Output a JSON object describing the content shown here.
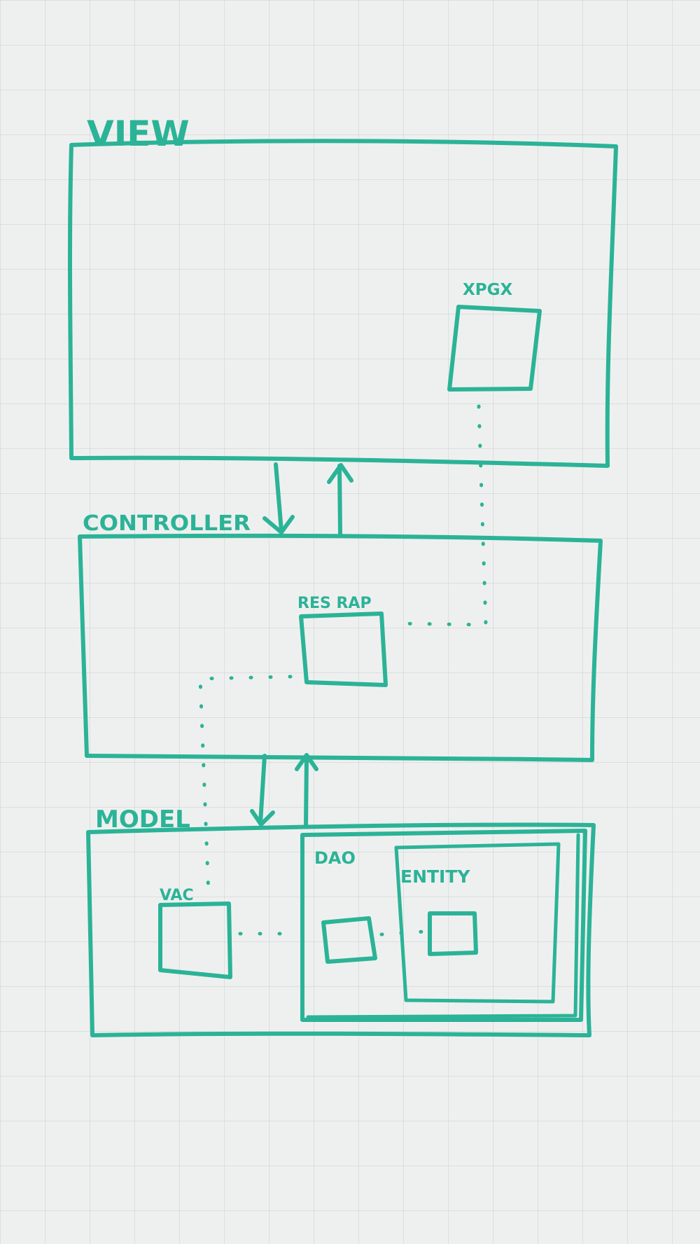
{
  "colors": {
    "marker": "#2bb397",
    "board": "#eef0ef",
    "grid": "#c3cac8"
  },
  "layers": {
    "view": {
      "label": "VIEW"
    },
    "controller": {
      "label": "CONTROLLER"
    },
    "model": {
      "label": "MODEL"
    }
  },
  "components": {
    "xpgx": {
      "label": "XPGX"
    },
    "resrap": {
      "label": "RES RAP"
    },
    "vac": {
      "label": "VAC"
    },
    "dao": {
      "label": "DAO"
    },
    "entity": {
      "label": "ENTITY"
    }
  },
  "edges": [
    {
      "from": "view",
      "to": "controller",
      "style": "solid-arrow"
    },
    {
      "from": "controller",
      "to": "view",
      "style": "solid-arrow"
    },
    {
      "from": "controller",
      "to": "model",
      "style": "solid-arrow"
    },
    {
      "from": "model",
      "to": "controller",
      "style": "solid-arrow"
    },
    {
      "from": "xpgx",
      "to": "resrap",
      "style": "dotted"
    },
    {
      "from": "resrap",
      "to": "vac",
      "style": "dotted"
    },
    {
      "from": "vac",
      "to": "dao",
      "style": "dotted"
    },
    {
      "from": "dao",
      "to": "entity",
      "style": "dotted"
    }
  ]
}
